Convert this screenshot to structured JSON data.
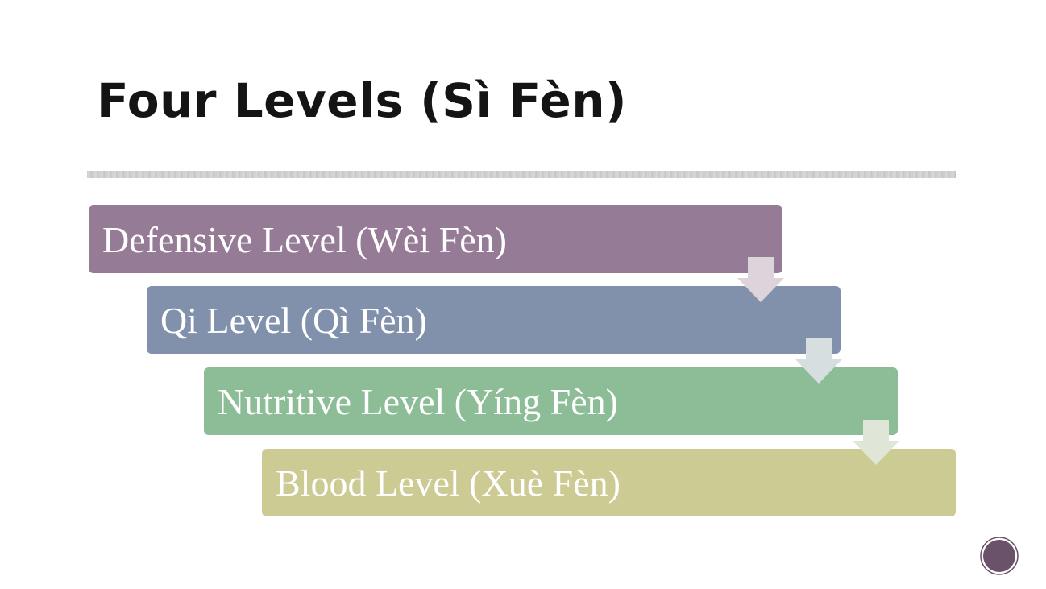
{
  "title": "Four Levels (Sì Fèn)",
  "levels": [
    {
      "label": "Defensive Level (Wèi Fèn)",
      "color": "#967b96"
    },
    {
      "label": "Qi Level (Qì Fèn)",
      "color": "#8191ab"
    },
    {
      "label": "Nutritive Level (Yíng Fèn)",
      "color": "#8cbd97"
    },
    {
      "label": "Blood Level (Xuè Fèn)",
      "color": "#cccb94"
    }
  ],
  "arrows": [
    {
      "color": "#dcd3db"
    },
    {
      "color": "#d7dedf"
    },
    {
      "color": "#dfe6d8"
    }
  ],
  "accent_color": "#6b526b"
}
